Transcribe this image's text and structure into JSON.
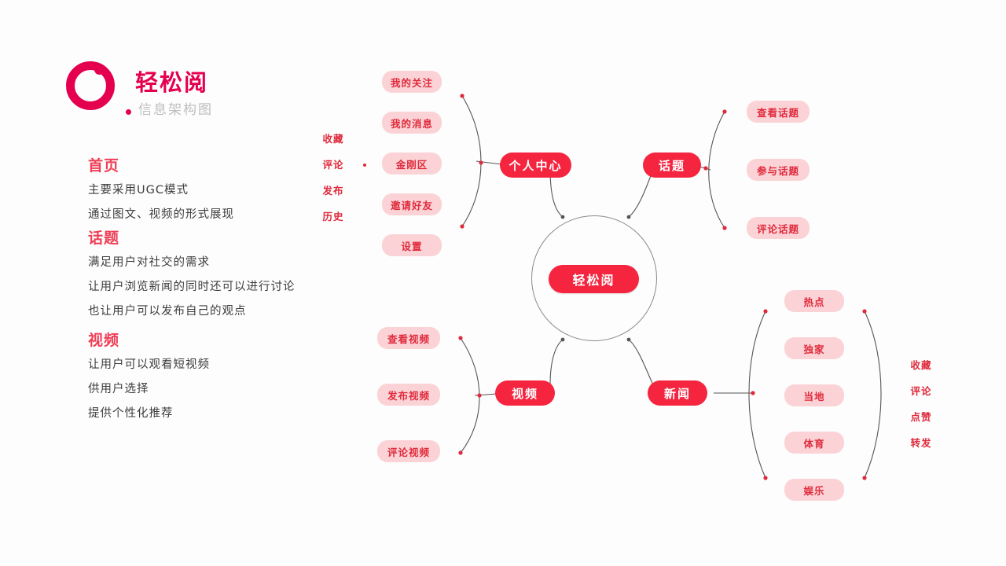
{
  "brand": {
    "title": "轻松阅",
    "subtitle": "信息架构图",
    "accent": "#e5004f",
    "node_color": "#f5243f",
    "leaf_bg": "#fbd3d6",
    "leaf_text": "#e02a3c"
  },
  "sections": [
    {
      "heading": "首页",
      "lines": [
        "主要采用UGC模式",
        "通过图文、视频的形式展现"
      ]
    },
    {
      "heading": "话题",
      "lines": [
        "满足用户对社交的需求",
        "让用户浏览新闻的同时还可以进行讨论",
        "也让用户可以发布自己的观点"
      ]
    },
    {
      "heading": "视频",
      "lines": [
        "让用户可以观看短视频",
        "供用户选择",
        "提供个性化推荐"
      ]
    }
  ],
  "diagram": {
    "center": "轻松阅",
    "categories": {
      "profile": "个人中心",
      "topic": "话题",
      "video": "视频",
      "news": "新闻"
    },
    "profile_items": [
      "我的关注",
      "我的消息",
      "金刚区",
      "邀请好友",
      "设置"
    ],
    "profile_tags": [
      "收藏",
      "评论",
      "发布",
      "历史"
    ],
    "topic_items": [
      "查看话题",
      "参与话题",
      "评论话题"
    ],
    "video_items": [
      "查看视频",
      "发布视频",
      "评论视频"
    ],
    "news_items": [
      "热点",
      "独家",
      "当地",
      "体育",
      "娱乐"
    ],
    "news_tags": [
      "收藏",
      "评论",
      "点赞",
      "转发"
    ]
  }
}
